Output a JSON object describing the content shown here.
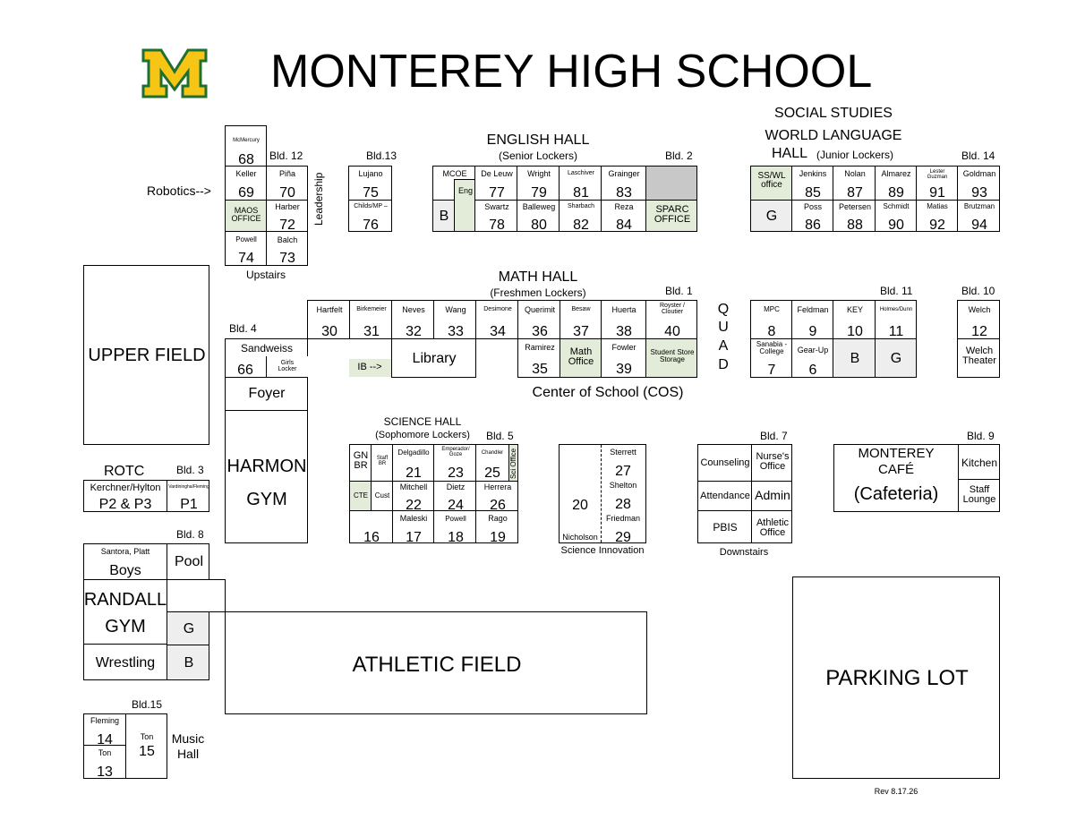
{
  "header": {
    "logo_letter": "M",
    "title": "MONTEREY HIGH SCHOOL",
    "revision": "Rev 8.17.26"
  },
  "colors": {
    "logo_fill": "#f7c515",
    "logo_stroke": "#1f6f2f",
    "office_fill": "#e3ecd8",
    "closed_fill": "#c8c8c8"
  },
  "labels": {
    "social_studies": "SOCIAL STUDIES",
    "world_language": "WORLD LANGUAGE",
    "hall": "HALL",
    "junior_lockers": "(Junior Lockers)",
    "english_hall": "ENGLISH HALL",
    "senior_lockers": "(Senior Lockers)",
    "math_hall": "MATH HALL",
    "freshmen_lockers": "(Freshmen Lockers)",
    "science_hall": "SCIENCE HALL",
    "sophomore_lockers": "(Sophomore Lockers)",
    "center": "Center of School (COS)",
    "robotics": "Robotics-->",
    "leadership": "Leadership",
    "upstairs": "Upstairs",
    "downstairs": "Downstairs",
    "science_innovation": "Science Innovation",
    "quad": [
      "Q",
      "U",
      "A",
      "D"
    ],
    "upper_field": "UPPER FIELD",
    "athletic_field": "ATHLETIC FIELD",
    "parking_lot": "PARKING LOT",
    "foyer": "Foyer",
    "harmon": "HARMON",
    "gym": "GYM",
    "randall": "RANDALL",
    "rotc": "ROTC",
    "library": "Library",
    "ib": "IB -->",
    "cafe": "MONTEREY",
    "cafe2": "CAFÉ",
    "cafeteria": "(Cafeteria)",
    "kitchen": "Kitchen",
    "staff_lounge": "Staff Lounge",
    "music_hall": "Music Hall",
    "wrestling": "Wrestling",
    "boys": "Boys",
    "pool": "Pool",
    "santora": "Santora, Platt",
    "kerchner": "Kerchner/Hylton",
    "p2p3": "P2 & P3",
    "p1": "P1",
    "p1_name": "Vardiningha/Fleming",
    "g": "G",
    "b": "B"
  },
  "buildings": {
    "b12": "Bld. 12",
    "b13": "Bld.13",
    "b2": "Bld. 2",
    "b14": "Bld. 14",
    "b1": "Bld. 1",
    "b11": "Bld. 11",
    "b10": "Bld. 10",
    "b4": "Bld. 4",
    "b5": "Bld. 5",
    "b7": "Bld. 7",
    "b9": "Bld. 9",
    "b3": "Bld. 3",
    "b8": "Bld. 8",
    "b15": "Bld.15"
  },
  "rooms": {
    "r68": {
      "name": "McMercury",
      "num": "68"
    },
    "r69": {
      "name": "Keller",
      "num": "69"
    },
    "r70": {
      "name": "Piña",
      "num": "70"
    },
    "maos": "MAOS OFFICE",
    "r72": {
      "name": "Harber",
      "num": "72"
    },
    "r74": {
      "name": "Powell",
      "num": "74"
    },
    "r73": {
      "name": "Balch",
      "num": "73"
    },
    "r75": {
      "name": "Lujano",
      "num": "75"
    },
    "r76": {
      "name": "Childs/MP –",
      "num": "76"
    },
    "mcoe": "MCOE",
    "eng": "Eng",
    "r77": {
      "name": "De Leuw",
      "num": "77"
    },
    "r79": {
      "name": "Wright",
      "num": "79"
    },
    "r81": {
      "name": "Laschiver",
      "num": "81"
    },
    "r83": {
      "name": "Grainger",
      "num": "83"
    },
    "r78": {
      "name": "Swartz",
      "num": "78"
    },
    "r80": {
      "name": "Balleweg",
      "num": "80"
    },
    "r82": {
      "name": "Sharbach",
      "num": "82"
    },
    "r84": {
      "name": "Reza",
      "num": "84"
    },
    "sparc": "SPARC OFFICE",
    "sswl": "SS/WL office",
    "r85": {
      "name": "Jenkins",
      "num": "85"
    },
    "r87": {
      "name": "Nolan",
      "num": "87"
    },
    "r89": {
      "name": "Almarez",
      "num": "89"
    },
    "r91": {
      "name": "Lester Guzman",
      "num": "91"
    },
    "r93": {
      "name": "Goldman",
      "num": "93"
    },
    "r86": {
      "name": "Poss",
      "num": "86"
    },
    "r88": {
      "name": "Petersen",
      "num": "88"
    },
    "r90": {
      "name": "Schmidt",
      "num": "90"
    },
    "r92": {
      "name": "Matias",
      "num": "92"
    },
    "r94": {
      "name": "Brutzman",
      "num": "94"
    },
    "r30": {
      "name": "Hartfelt",
      "num": "30"
    },
    "r31": {
      "name": "Birkemeier",
      "num": "31"
    },
    "r32": {
      "name": "Neves",
      "num": "32"
    },
    "r33": {
      "name": "Wang",
      "num": "33"
    },
    "r34": {
      "name": "Desimone",
      "num": "34"
    },
    "r36": {
      "name": "Querimit",
      "num": "36"
    },
    "r37": {
      "name": "Besaw",
      "num": "37"
    },
    "r38": {
      "name": "Huerta",
      "num": "38"
    },
    "r40": {
      "name": "Royster / Cloutier",
      "num": "40"
    },
    "r35": {
      "name": "Ramirez",
      "num": "35"
    },
    "math_office": "Math Office",
    "r39": {
      "name": "Fowler",
      "num": "39"
    },
    "student_store": "Student Store Storage",
    "r66": {
      "name": "Sandweiss",
      "num": "66"
    },
    "girls_locker": "Girls Locker",
    "r8": {
      "name": "MPC",
      "num": "8"
    },
    "r9": {
      "name": "Feldman",
      "num": "9"
    },
    "r10": {
      "name": "KEY",
      "num": "10"
    },
    "r11": {
      "name": "Holmes/Dunn",
      "num": "11"
    },
    "r7": {
      "name": "Sanabia - College",
      "num": "7"
    },
    "r6": {
      "name": "Gear-Up",
      "num": "6"
    },
    "r12": {
      "name": "Welch",
      "num": "12"
    },
    "welch_theater": "Welch Theater",
    "gnbr": "GN BR",
    "staffbr": "Staff BR",
    "r21": {
      "name": "Delgadillo",
      "num": "21"
    },
    "r23": {
      "name": "Emperador/ Goze",
      "num": "23"
    },
    "r25": {
      "name": "Chandler",
      "num": "25"
    },
    "sci_office": "Sci Office",
    "cte": "CTE",
    "cust": "Cust",
    "r22": {
      "name": "Mitchell",
      "num": "22"
    },
    "r24": {
      "name": "Dietz",
      "num": "24"
    },
    "r26": {
      "name": "Herrera",
      "num": "26"
    },
    "r16": {
      "num": "16"
    },
    "r17": {
      "name": "Maleski",
      "num": "17"
    },
    "r18": {
      "name": "Powell",
      "num": "18"
    },
    "r19": {
      "name": "Rago",
      "num": "19"
    },
    "r20": {
      "name": "Nicholson",
      "num": "20"
    },
    "r27": {
      "name": "Sterrett",
      "num": "27"
    },
    "r28": {
      "name": "Shelton",
      "num": "28"
    },
    "r29": {
      "name": "Friedman",
      "num": "29"
    },
    "counseling": "Counseling",
    "nurse": "Nurse's Office",
    "attendance": "Attendance",
    "admin": "Admin",
    "pbis": "PBIS",
    "athletic_office": "Athletic Office",
    "r14": {
      "name": "Fleming",
      "num": "14"
    },
    "r13": {
      "name": "Ton",
      "num": "13"
    },
    "r15": {
      "name": "Ton",
      "num": "15"
    }
  }
}
